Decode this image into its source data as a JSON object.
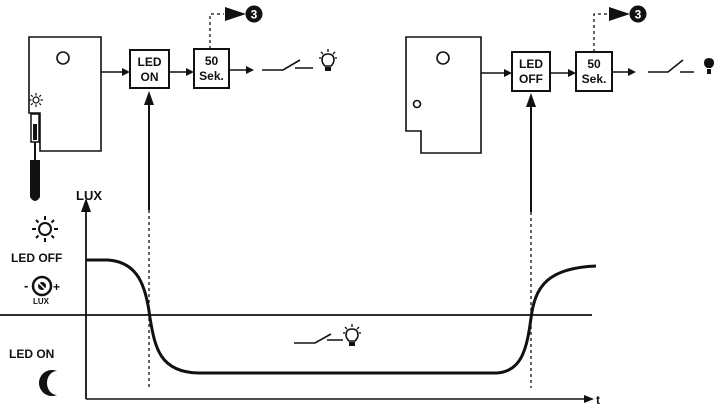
{
  "left_flow": {
    "box1": [
      "LED",
      "ON"
    ],
    "box2": [
      "50",
      "Sek."
    ],
    "badge": "3"
  },
  "right_flow": {
    "box1": [
      "LED",
      "OFF"
    ],
    "box2": [
      "50",
      "Sek."
    ],
    "badge": "3"
  },
  "graph": {
    "y_axis_label": "LUX",
    "x_axis_label": "t",
    "led_off_label": "LED OFF",
    "led_on_label": "LED ON",
    "knob_label": "LUX",
    "knob_minus": "-",
    "knob_plus": "+"
  }
}
